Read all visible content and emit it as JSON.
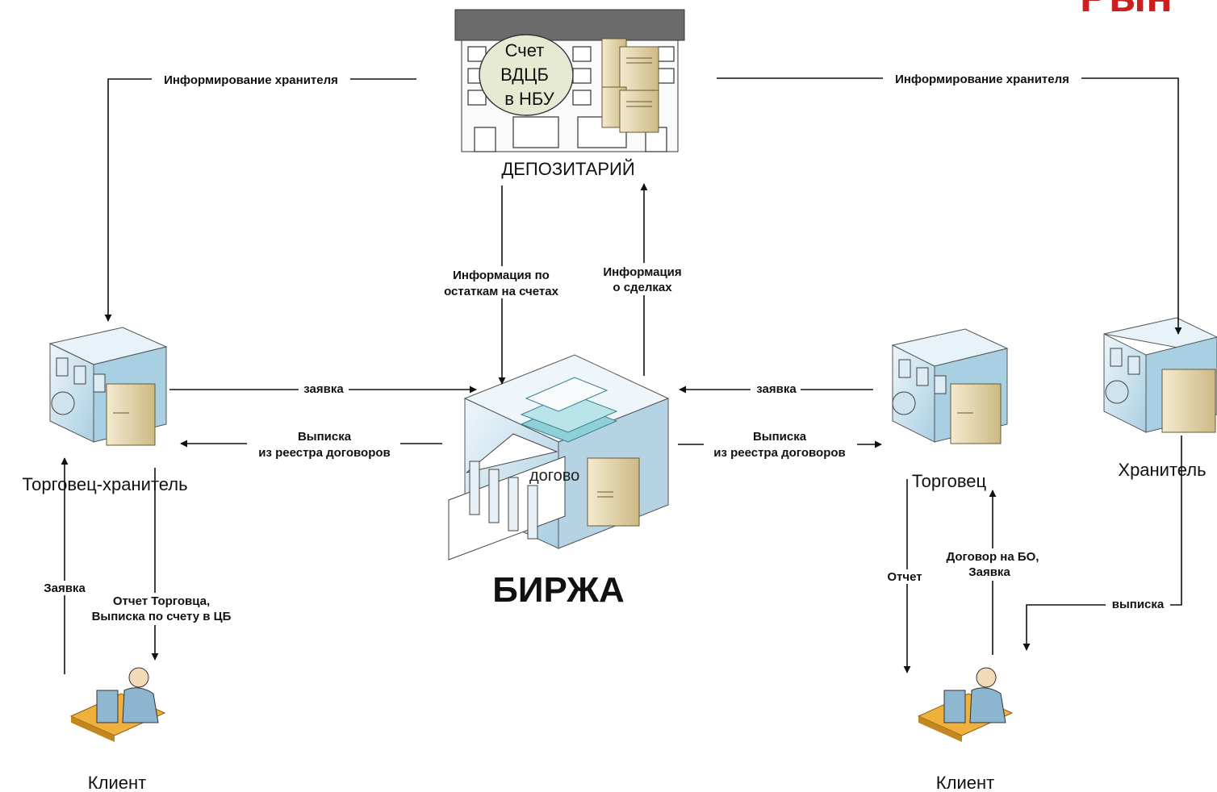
{
  "corner_text": "Рын",
  "nodes": {
    "depository": "ДЕПОЗИТАРИЙ",
    "account_bubble": [
      "Счет",
      "ВДЦБ",
      "в НБУ"
    ],
    "exchange": "БИРЖА",
    "exchange_overlay": "догово",
    "trader_custodian": "Торговец-хранитель",
    "trader": "Торговец",
    "custodian": "Хранитель",
    "client_left": "Клиент",
    "client_right": "Клиент"
  },
  "edges": {
    "inform_custodian_left": "Информирование хранителя",
    "inform_custodian_right": "Информирование хранителя",
    "balance_info": [
      "Информация по",
      "остаткам на счетах"
    ],
    "deal_info": [
      "Информация",
      "о сделках"
    ],
    "order_left": "заявка",
    "order_right": "заявка",
    "extract_left": [
      "Выписка",
      "из реестра договоров"
    ],
    "extract_right": [
      "Выписка",
      "из реестра договоров"
    ],
    "client_order_left": "Заявка",
    "trader_report_left": [
      "Отчет Торговца,",
      "Выписка по счету в ЦБ"
    ],
    "report_right": "Отчет",
    "contract_right": [
      "Договор на БО,",
      "Заявка"
    ],
    "statement_right": "выписка"
  },
  "colors": {
    "building_light": "#dcebf4",
    "building_mid": "#9fc8dc",
    "building_dark": "#5f93ad",
    "server": "#e9dcb4",
    "server_dark": "#a08a52",
    "bubble": "#e6ead2",
    "desk": "#f0b13c",
    "person": "#8cb6cf",
    "accent_red": "#cc1f1f"
  }
}
